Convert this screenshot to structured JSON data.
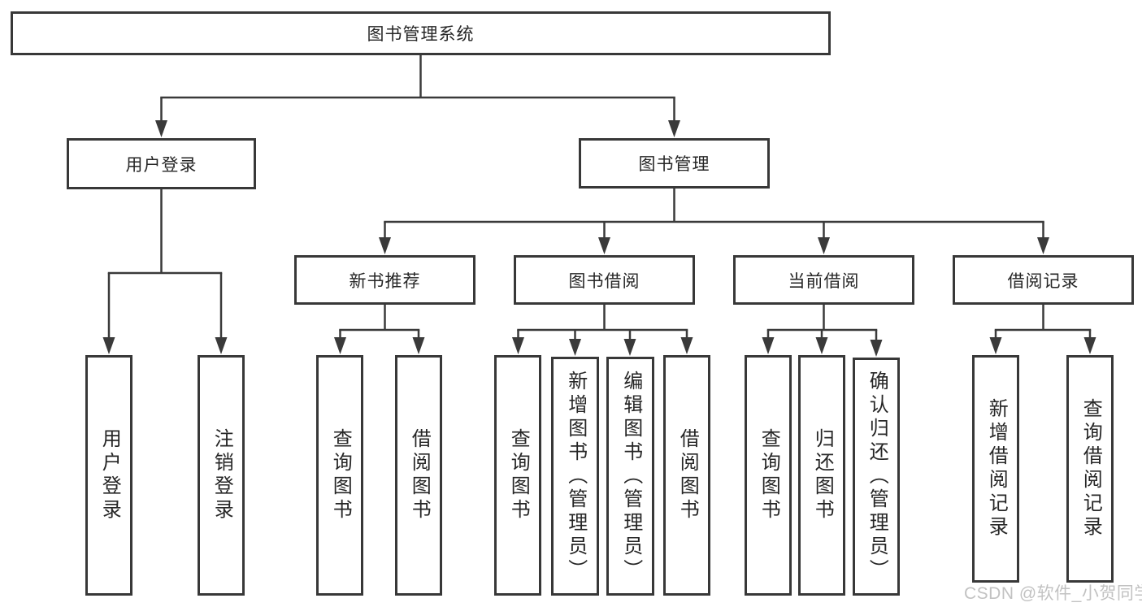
{
  "diagram": {
    "root": {
      "label": "图书管理系统"
    },
    "level1": [
      {
        "label": "用户登录",
        "children": [
          {
            "label": "用户登录"
          },
          {
            "label": "注销登录"
          }
        ]
      },
      {
        "label": "图书管理",
        "children": [
          {
            "label": "新书推荐",
            "children": [
              {
                "label": "查询图书"
              },
              {
                "label": "借阅图书"
              }
            ]
          },
          {
            "label": "图书借阅",
            "children": [
              {
                "label": "查询图书"
              },
              {
                "label": "新增图书（管理员）"
              },
              {
                "label": "编辑图书（管理员）"
              },
              {
                "label": "借阅图书"
              }
            ]
          },
          {
            "label": "当前借阅",
            "children": [
              {
                "label": "查询图书"
              },
              {
                "label": "归还图书"
              },
              {
                "label": "确认归还（管理员）"
              }
            ]
          },
          {
            "label": "借阅记录",
            "children": [
              {
                "label": "新增借阅记录"
              },
              {
                "label": "查询借阅记录"
              }
            ]
          }
        ]
      }
    ]
  },
  "watermark": {
    "text": "CSDN @软件_小贺同学"
  },
  "colors": {
    "line": "#3a3a3a",
    "box_border": "#383838",
    "text": "#262626",
    "background": "#ffffff",
    "watermark": "#c2c2c2"
  }
}
